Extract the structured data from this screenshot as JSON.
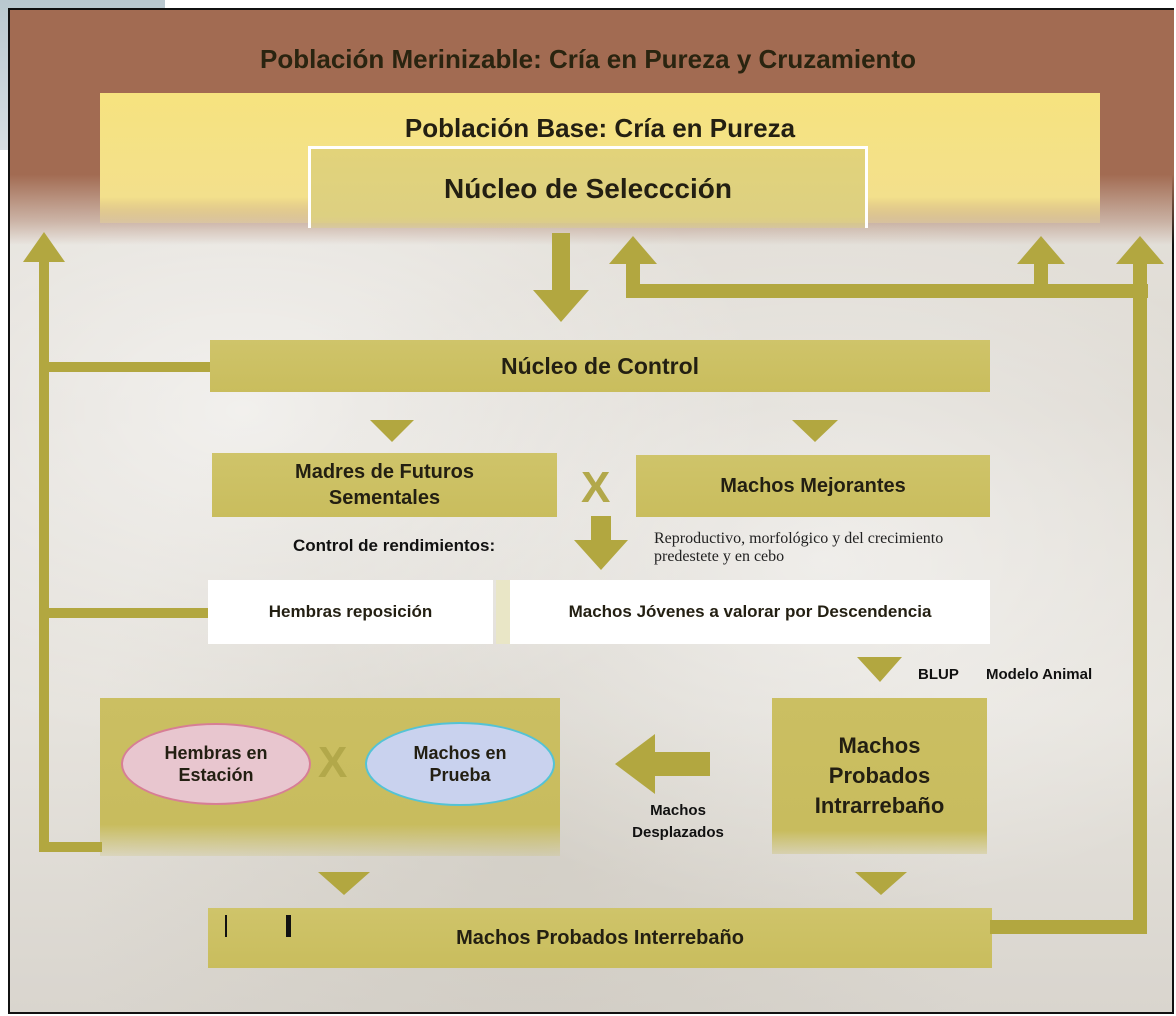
{
  "colors": {
    "olive": "#c5b953",
    "brown": "#a26b52",
    "pale_yellow": "#f5e289",
    "arrow": "#b2a740",
    "pink_ellipse": "#e8c6cf",
    "blue_ellipse": "#c9d2ee"
  },
  "diagram": {
    "outer_title": "Población Merinizable: Cría en Pureza y Cruzamiento",
    "base_title": "Población Base: Cría en Pureza",
    "nucleo_seleccion": "Núcleo de Seleccción",
    "nucleo_control": "Núcleo de Control",
    "madres": "Madres de Futuros Sementales",
    "cross_symbol": "X",
    "machos_mejorantes": "Machos Mejorantes",
    "control_rendimientos": "Control de rendimientos:",
    "control_detail": "Reproductivo, morfológico y del crecimiento predestete y en cebo",
    "hembras_reposicion": "Hembras reposición",
    "machos_jovenes": "Machos Jóvenes a valorar por Descendencia",
    "blup": "BLUP",
    "modelo_animal": "Modelo Animal",
    "hembras_estacion": "Hembras en Estación",
    "machos_prueba": "Machos en Prueba",
    "machos_probados_intra": "Machos Probados Intrarrebaño",
    "machos_desplazados": "Machos Desplazados",
    "machos_probados_inter": "Machos Probados Interrebaño"
  }
}
